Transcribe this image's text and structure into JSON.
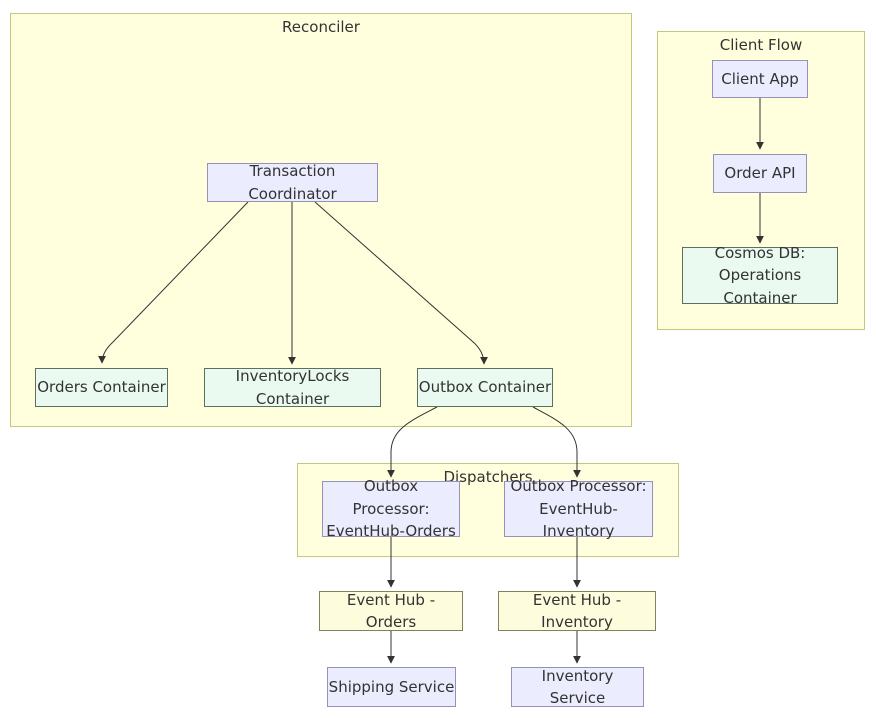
{
  "clusters": {
    "reconciler": {
      "label": "Reconciler"
    },
    "client_flow": {
      "label": "Client Flow"
    },
    "dispatchers": {
      "label": "Dispatchers"
    }
  },
  "nodes": {
    "transaction_coordinator": {
      "label": "Transaction Coordinator"
    },
    "orders_container": {
      "label": "Orders Container"
    },
    "inventorylocks_container": {
      "label": "InventoryLocks Container"
    },
    "outbox_container": {
      "label": "Outbox Container"
    },
    "client_app": {
      "label": "Client App"
    },
    "order_api": {
      "label": "Order API"
    },
    "cosmos_db": {
      "label": "Cosmos DB:\nOperations Container"
    },
    "outbox_processor_orders": {
      "label": "Outbox Processor:\nEventHub-Orders"
    },
    "outbox_processor_inventory": {
      "label": "Outbox Processor:\nEventHub-Inventory"
    },
    "event_hub_orders": {
      "label": "Event Hub - Orders"
    },
    "event_hub_inventory": {
      "label": "Event Hub - Inventory"
    },
    "shipping_service": {
      "label": "Shipping Service"
    },
    "inventory_service": {
      "label": "Inventory Service"
    }
  },
  "edges": [
    {
      "from": "transaction_coordinator",
      "to": "orders_container"
    },
    {
      "from": "transaction_coordinator",
      "to": "inventorylocks_container"
    },
    {
      "from": "transaction_coordinator",
      "to": "outbox_container"
    },
    {
      "from": "outbox_container",
      "to": "outbox_processor_orders"
    },
    {
      "from": "outbox_container",
      "to": "outbox_processor_inventory"
    },
    {
      "from": "outbox_processor_orders",
      "to": "event_hub_orders"
    },
    {
      "from": "outbox_processor_inventory",
      "to": "event_hub_inventory"
    },
    {
      "from": "event_hub_orders",
      "to": "shipping_service"
    },
    {
      "from": "event_hub_inventory",
      "to": "inventory_service"
    },
    {
      "from": "client_app",
      "to": "order_api"
    },
    {
      "from": "order_api",
      "to": "cosmos_db"
    }
  ],
  "colors": {
    "cluster_fill": "#ffffde",
    "cluster_border": "#c6c67c",
    "lavender_fill": "#ececff",
    "lavender_border": "#9691b8",
    "mint_fill": "#eafaf0",
    "mint_border": "#5d6f5d",
    "yellow_fill": "#fdfcdc",
    "yellow_border": "#81815a",
    "edge": "#333333"
  }
}
